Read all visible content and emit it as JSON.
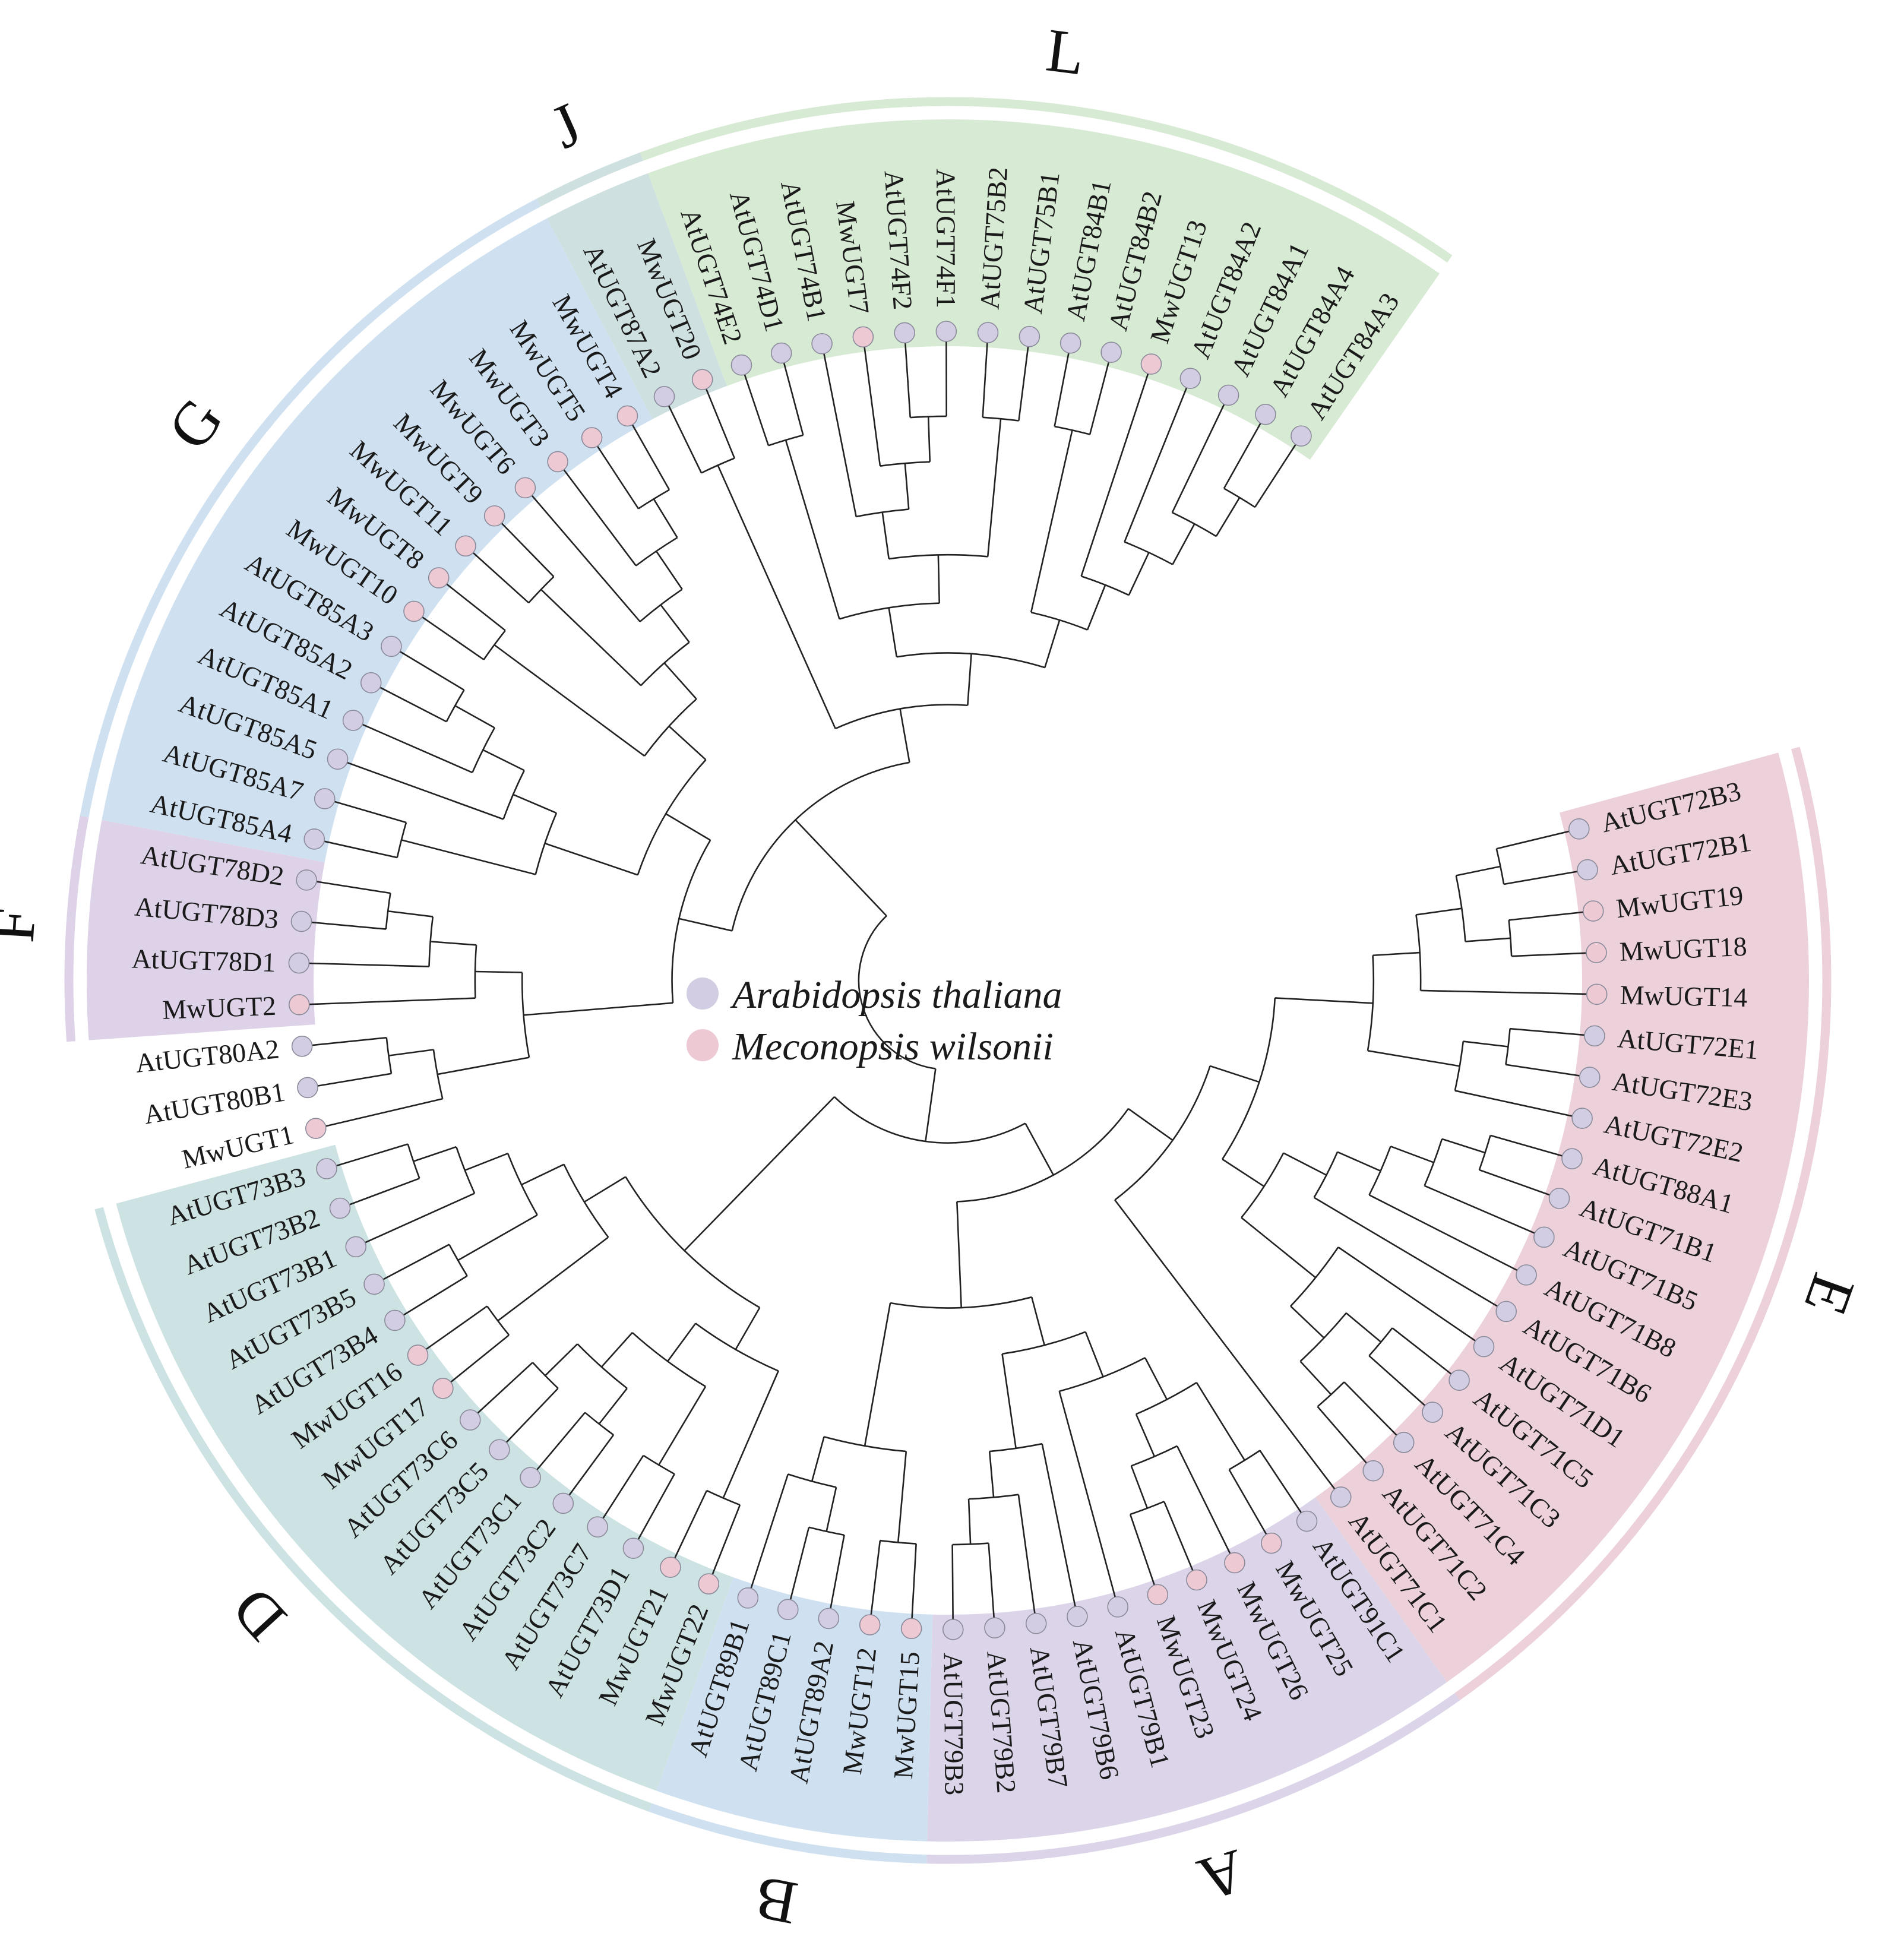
{
  "colors": {
    "arabidopsis_dot": "#d3cde3",
    "meconopsis_dot": "#ecc9d3",
    "dot_stroke": "#8a8a9a",
    "branch": "#222222"
  },
  "legend": {
    "species_1": "Arabidopsis thaliana",
    "species_2": "Meconopsis wilsonii"
  },
  "leaves": [
    {
      "label": "AtUGT72B3",
      "species": "At"
    },
    {
      "label": "AtUGT72B1",
      "species": "At"
    },
    {
      "label": "MwUGT19",
      "species": "Mw"
    },
    {
      "label": "MwUGT18",
      "species": "Mw"
    },
    {
      "label": "MwUGT14",
      "species": "Mw"
    },
    {
      "label": "AtUGT72E1",
      "species": "At"
    },
    {
      "label": "AtUGT72E3",
      "species": "At"
    },
    {
      "label": "AtUGT72E2",
      "species": "At"
    },
    {
      "label": "AtUGT88A1",
      "species": "At"
    },
    {
      "label": "AtUGT71B1",
      "species": "At"
    },
    {
      "label": "AtUGT71B5",
      "species": "At"
    },
    {
      "label": "AtUGT71B8",
      "species": "At"
    },
    {
      "label": "AtUGT71B6",
      "species": "At"
    },
    {
      "label": "AtUGT71D1",
      "species": "At"
    },
    {
      "label": "AtUGT71C5",
      "species": "At"
    },
    {
      "label": "AtUGT71C3",
      "species": "At"
    },
    {
      "label": "AtUGT71C4",
      "species": "At"
    },
    {
      "label": "AtUGT71C2",
      "species": "At"
    },
    {
      "label": "AtUGT71C1",
      "species": "At"
    },
    {
      "label": "AtUGT91C1",
      "species": "At"
    },
    {
      "label": "MwUGT25",
      "species": "Mw"
    },
    {
      "label": "MwUGT26",
      "species": "Mw"
    },
    {
      "label": "MwUGT24",
      "species": "Mw"
    },
    {
      "label": "MwUGT23",
      "species": "Mw"
    },
    {
      "label": "AtUGT79B1",
      "species": "At"
    },
    {
      "label": "AtUGT79B6",
      "species": "At"
    },
    {
      "label": "AtUGT79B7",
      "species": "At"
    },
    {
      "label": "AtUGT79B2",
      "species": "At"
    },
    {
      "label": "AtUGT79B3",
      "species": "At"
    },
    {
      "label": "MwUGT15",
      "species": "Mw"
    },
    {
      "label": "MwUGT12",
      "species": "Mw"
    },
    {
      "label": "AtUGT89A2",
      "species": "At"
    },
    {
      "label": "AtUGT89C1",
      "species": "At"
    },
    {
      "label": "AtUGT89B1",
      "species": "At"
    },
    {
      "label": "MwUGT22",
      "species": "Mw"
    },
    {
      "label": "MwUGT21",
      "species": "Mw"
    },
    {
      "label": "AtUGT73D1",
      "species": "At"
    },
    {
      "label": "AtUGT73C7",
      "species": "At"
    },
    {
      "label": "AtUGT73C2",
      "species": "At"
    },
    {
      "label": "AtUGT73C1",
      "species": "At"
    },
    {
      "label": "AtUGT73C5",
      "species": "At"
    },
    {
      "label": "AtUGT73C6",
      "species": "At"
    },
    {
      "label": "MwUGT17",
      "species": "Mw"
    },
    {
      "label": "MwUGT16",
      "species": "Mw"
    },
    {
      "label": "AtUGT73B4",
      "species": "At"
    },
    {
      "label": "AtUGT73B5",
      "species": "At"
    },
    {
      "label": "AtUGT73B1",
      "species": "At"
    },
    {
      "label": "AtUGT73B2",
      "species": "At"
    },
    {
      "label": "AtUGT73B3",
      "species": "At"
    },
    {
      "label": "MwUGT1",
      "species": "Mw"
    },
    {
      "label": "AtUGT80B1",
      "species": "At"
    },
    {
      "label": "AtUGT80A2",
      "species": "At"
    },
    {
      "label": "MwUGT2",
      "species": "Mw"
    },
    {
      "label": "AtUGT78D1",
      "species": "At"
    },
    {
      "label": "AtUGT78D3",
      "species": "At"
    },
    {
      "label": "AtUGT78D2",
      "species": "At"
    },
    {
      "label": "AtUGT85A4",
      "species": "At"
    },
    {
      "label": "AtUGT85A7",
      "species": "At"
    },
    {
      "label": "AtUGT85A5",
      "species": "At"
    },
    {
      "label": "AtUGT85A1",
      "species": "At"
    },
    {
      "label": "AtUGT85A2",
      "species": "At"
    },
    {
      "label": "AtUGT85A3",
      "species": "At"
    },
    {
      "label": "MwUGT10",
      "species": "Mw"
    },
    {
      "label": "MwUGT8",
      "species": "Mw"
    },
    {
      "label": "MwUGT11",
      "species": "Mw"
    },
    {
      "label": "MwUGT9",
      "species": "Mw"
    },
    {
      "label": "MwUGT6",
      "species": "Mw"
    },
    {
      "label": "MwUGT3",
      "species": "Mw"
    },
    {
      "label": "MwUGT5",
      "species": "Mw"
    },
    {
      "label": "MwUGT4",
      "species": "Mw"
    },
    {
      "label": "AtUGT87A2",
      "species": "At"
    },
    {
      "label": "MwUGT20",
      "species": "Mw"
    },
    {
      "label": "AtUGT74E2",
      "species": "At"
    },
    {
      "label": "AtUGT74D1",
      "species": "At"
    },
    {
      "label": "AtUGT74B1",
      "species": "At"
    },
    {
      "label": "MwUGT7",
      "species": "Mw"
    },
    {
      "label": "AtUGT74F2",
      "species": "At"
    },
    {
      "label": "AtUGT74F1",
      "species": "At"
    },
    {
      "label": "AtUGT75B2",
      "species": "At"
    },
    {
      "label": "AtUGT75B1",
      "species": "At"
    },
    {
      "label": "AtUGT84B1",
      "species": "At"
    },
    {
      "label": "AtUGT84B2",
      "species": "At"
    },
    {
      "label": "MwUGT13",
      "species": "Mw"
    },
    {
      "label": "AtUGT84A2",
      "species": "At"
    },
    {
      "label": "AtUGT84A1",
      "species": "At"
    },
    {
      "label": "AtUGT84A4",
      "species": "At"
    },
    {
      "label": "AtUGT84A3",
      "species": "At"
    }
  ],
  "groups": [
    {
      "letter": "E",
      "first": 0,
      "last": 18,
      "color": "#ecd0da"
    },
    {
      "letter": "A",
      "first": 19,
      "last": 28,
      "color": "#dcd5ea"
    },
    {
      "letter": "B",
      "first": 29,
      "last": 33,
      "color": "#cfe1f1"
    },
    {
      "letter": "D",
      "first": 34,
      "last": 48,
      "color": "#cde2e2"
    },
    {
      "letter": "F",
      "first": 52,
      "last": 55,
      "color": "#ddd2e8"
    },
    {
      "letter": "G",
      "first": 56,
      "last": 69,
      "color": "#cfe1f1"
    },
    {
      "letter": "J",
      "first": 70,
      "last": 71,
      "color": "#cfe0e0"
    },
    {
      "letter": "L",
      "first": 72,
      "last": 86,
      "color": "#d7ead3"
    }
  ],
  "tree": "(((((((((0,1),(2,3)),4),((5,6),7)),(((((8,9),10),11),12),(13,((14,15),(16,17))))),18),(((((19,20),(21,(22,23))),24),(25,(26,(27,28)))),((29,30),((31,32),33)))),(((34,35),((36,37),((38,39),(40,41)))),((42,43),((44,45),(46,(47,48)))))),((((49,(50,51)),(52,(53,(54,55)))),(((56,57),(58,(59,(60,61)))),((62,63),((64,65),(66,(67,(68,69))))))),((70,71),(((72,73),((74,(75,(76,77))),(78,79))),((80,81),(82,(83,(84,(85,86))))))))))"
}
